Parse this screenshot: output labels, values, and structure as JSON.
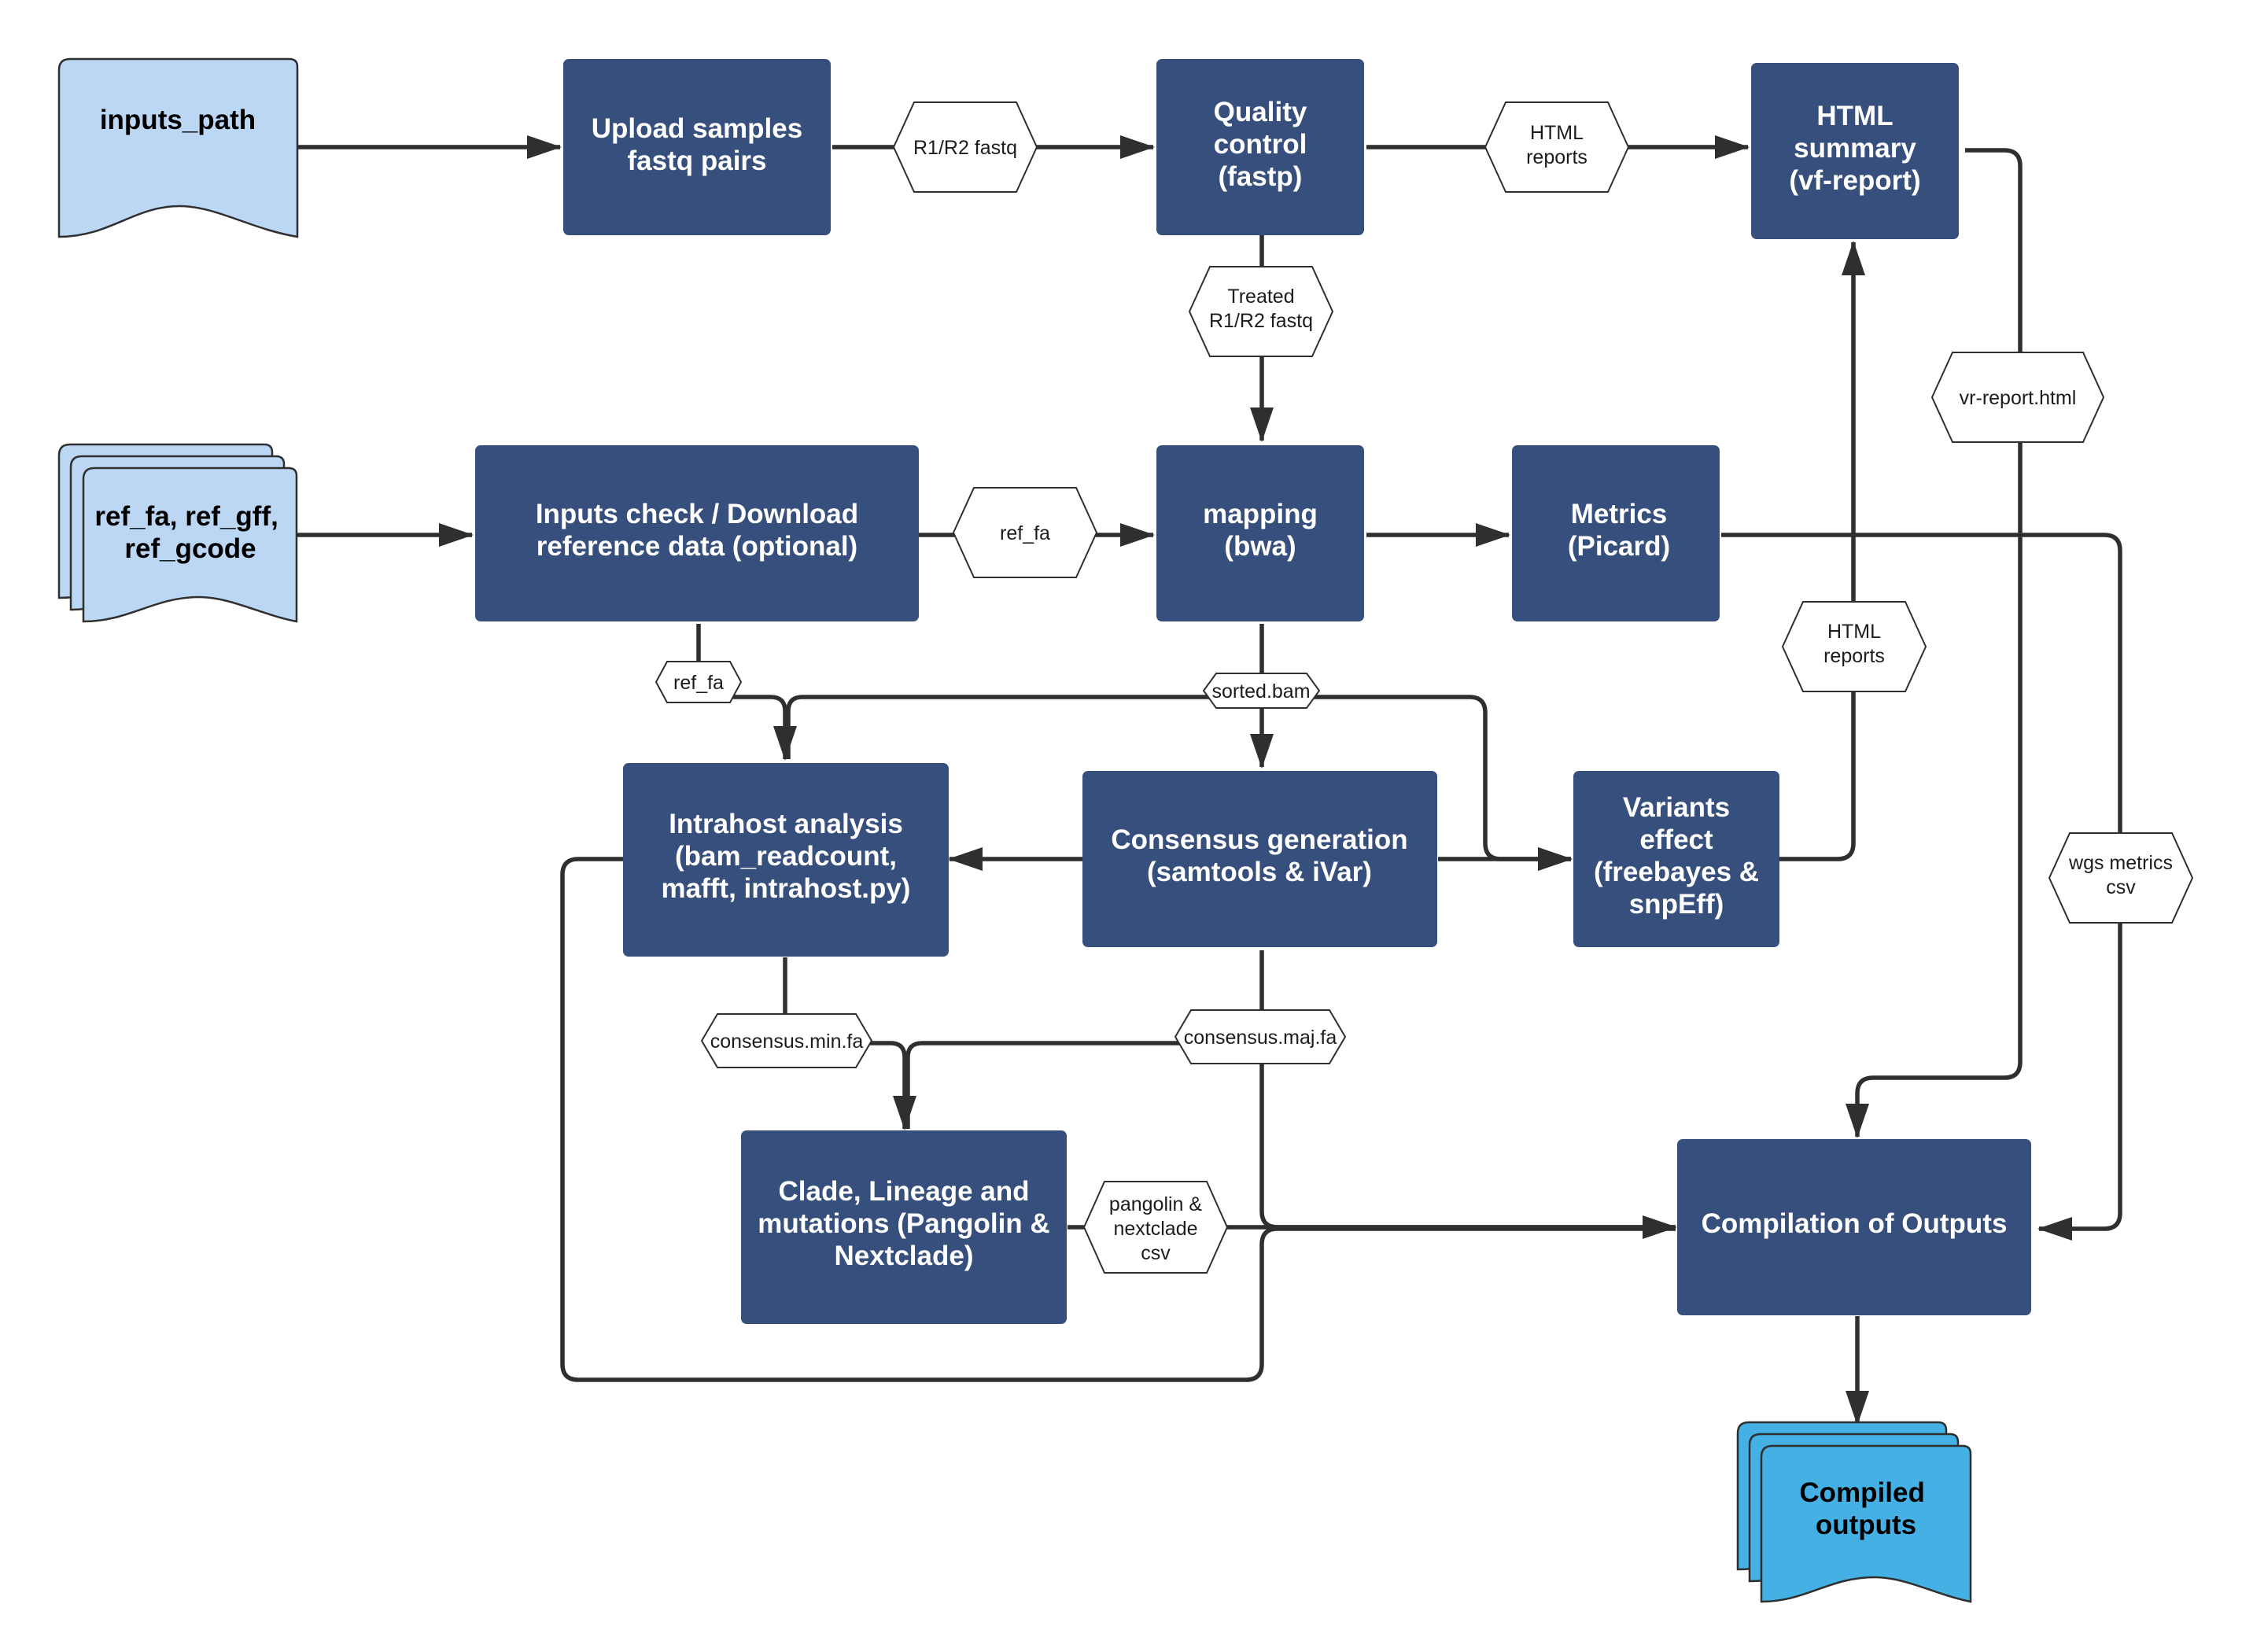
{
  "inputs": {
    "inputs_path": [
      "inputs_path"
    ],
    "ref_inputs": [
      "ref_fa, ref_gff,",
      "ref_gcode"
    ],
    "compiled_outputs": [
      "Compiled",
      "outputs"
    ]
  },
  "processes": {
    "upload": [
      "Upload samples",
      "fastq pairs"
    ],
    "qc": [
      "Quality",
      "control",
      "(fastp)"
    ],
    "html_summary": [
      "HTML",
      "summary",
      "(vf-report)"
    ],
    "inputs_check": [
      "Inputs check / Download",
      "reference data (optional)"
    ],
    "mapping": [
      "mapping",
      "(bwa)"
    ],
    "metrics": [
      "Metrics",
      "(Picard)"
    ],
    "intrahost": [
      "Intrahost analysis",
      "(bam_readcount,",
      "mafft, intrahost.py)"
    ],
    "consensus": [
      "Consensus generation",
      "(samtools & iVar)"
    ],
    "variants": [
      "Variants",
      "effect",
      "(freebayes &",
      "snpEff)"
    ],
    "clade": [
      "Clade, Lineage and",
      "mutations (Pangolin &",
      "Nextclade)"
    ],
    "compilation": [
      "Compilation of Outputs"
    ]
  },
  "labels": {
    "r1r2": [
      "R1/R2 fastq"
    ],
    "html_reports_top": [
      "HTML",
      "reports"
    ],
    "treated": [
      "Treated",
      "R1/R2 fastq"
    ],
    "vr_report": [
      "vr-report.html"
    ],
    "ref_fa_mid": [
      "ref_fa"
    ],
    "html_reports_mid": [
      "HTML",
      "reports"
    ],
    "ref_fa_low": [
      "ref_fa"
    ],
    "sorted_bam": [
      "sorted.bam"
    ],
    "wgs_metrics": [
      "wgs metrics",
      "csv"
    ],
    "consensus_min": [
      "consensus.min.fa"
    ],
    "consensus_maj": [
      "consensus.maj.fa"
    ],
    "pangolin": [
      "pangolin &",
      "nextclade",
      "csv"
    ]
  }
}
